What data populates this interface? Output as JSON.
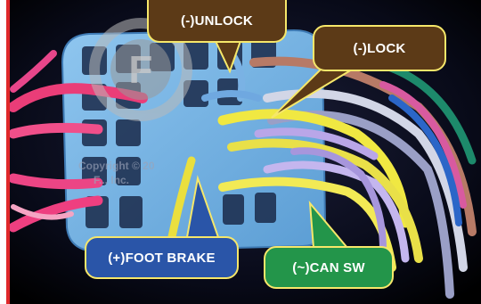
{
  "callouts": {
    "unlock": "(-)UNLOCK",
    "lock": "(-)LOCK",
    "foot_brake": "(+)FOOT BRAKE",
    "can_sw": "(~)CAN SW"
  },
  "watermark": {
    "logo_letter": "F",
    "line1": "Copyright © 20",
    "line2": "F... Inc."
  },
  "colors": {
    "unlock_fill": "#5c3a17",
    "lock_fill": "#5c3a17",
    "brake_fill": "#2a55a8",
    "can_fill": "#23954a",
    "callout_border": "#f6e76a",
    "left_accent": "#e0282a"
  }
}
